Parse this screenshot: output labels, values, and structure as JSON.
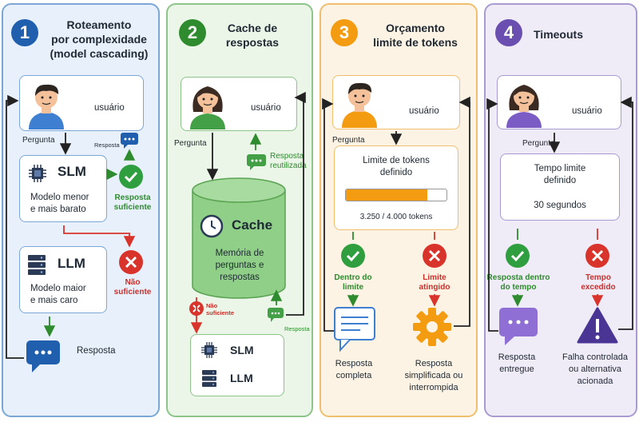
{
  "panels": [
    {
      "number": "1",
      "title": "Roteamento\npor complexidade\n(model cascading)"
    },
    {
      "number": "2",
      "title": "Cache de\nrespostas"
    },
    {
      "number": "3",
      "title": "Orçamento\nlimite de tokens"
    },
    {
      "number": "4",
      "title": "Timeouts"
    }
  ],
  "user_label": "usuário",
  "question_label": "Pergunta",
  "p1": {
    "small_response": "Resposta",
    "slm_title": "SLM",
    "slm_desc": "Modelo menor\ne mais barato",
    "ok_label": "Resposta\nsuficiente",
    "llm_title": "LLM",
    "llm_desc": "Modelo maior\ne mais caro",
    "fail_label": "Não\nsuficiente",
    "final_label": "Resposta"
  },
  "p2": {
    "reused_label": "Resposta\nreutilizada",
    "cache_title": "Cache",
    "cache_desc": "Memória de\nperguntas e\nrespostas",
    "miss_label": "Não\nsuficiente",
    "resp_label": "Resposta",
    "slm": "SLM",
    "llm": "LLM"
  },
  "p3": {
    "limit_title": "Limite de tokens\ndefinido",
    "progress_fraction": 0.8125,
    "tokens_text": "3.250 / 4.000 tokens",
    "ok_label": "Dentro do\nlimite",
    "fail_label": "Limite\natingido",
    "complete_label": "Resposta\ncompleta",
    "simplified_label": "Resposta\nsimplificada ou\ninterrompida"
  },
  "p4": {
    "timeout_title": "Tempo limite\ndefinido",
    "seconds": "30 segundos",
    "ok_label": "Resposta dentro\ndo tempo",
    "fail_label": "Tempo\nexcedido",
    "delivered_label": "Resposta\nentregue",
    "fallback_label": "Falha controlada\nou alternativa\nacionada"
  },
  "colors": {
    "blue": "#1f5fae",
    "green": "#2e8b2e",
    "orange": "#f39c12",
    "purple": "#6a4fb0",
    "red": "#d9342b"
  }
}
